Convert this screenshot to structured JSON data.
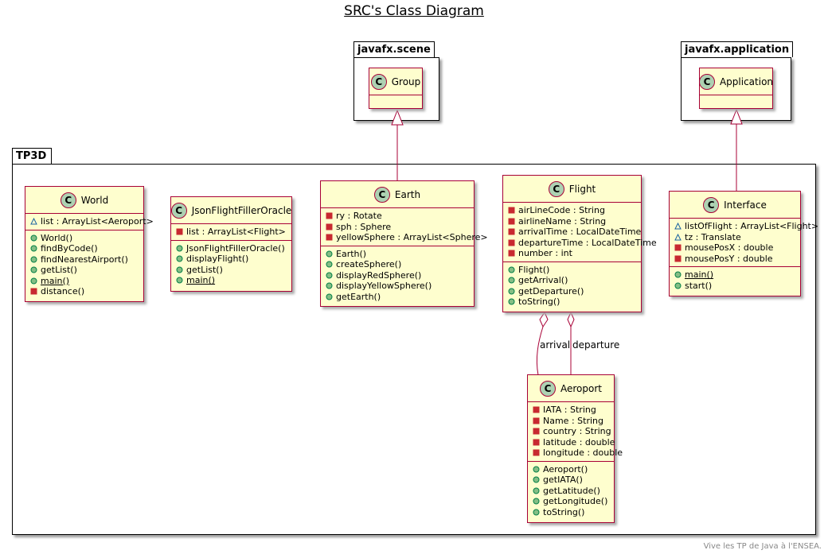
{
  "title": "SRC's Class Diagram",
  "footer": "Vive les TP de Java à l'ENSEA.",
  "packages": {
    "scene": {
      "name": "javafx.scene"
    },
    "application": {
      "name": "javafx.application"
    },
    "tp3d": {
      "name": "TP3D"
    }
  },
  "classes": {
    "group": {
      "name": "Group",
      "stereotype": "C"
    },
    "application": {
      "name": "Application",
      "stereotype": "C"
    },
    "world": {
      "name": "World",
      "stereotype": "C",
      "fields": [
        {
          "vis": "package",
          "text": "list : ArrayList<Aeroport>"
        }
      ],
      "methods": [
        {
          "vis": "public",
          "text": "World()"
        },
        {
          "vis": "public",
          "text": "findByCode()"
        },
        {
          "vis": "public",
          "text": "findNearestAirport()"
        },
        {
          "vis": "public",
          "text": "getList()"
        },
        {
          "vis": "public",
          "text": "main()",
          "static": true
        },
        {
          "vis": "private",
          "text": "distance()"
        }
      ]
    },
    "json": {
      "name": "JsonFlightFillerOracle",
      "stereotype": "C",
      "fields": [
        {
          "vis": "private",
          "text": "list : ArrayList<Flight>"
        }
      ],
      "methods": [
        {
          "vis": "public",
          "text": "JsonFlightFillerOracle()"
        },
        {
          "vis": "public",
          "text": "displayFlight()"
        },
        {
          "vis": "public",
          "text": "getList()"
        },
        {
          "vis": "public",
          "text": "main()",
          "static": true
        }
      ]
    },
    "earth": {
      "name": "Earth",
      "stereotype": "C",
      "fields": [
        {
          "vis": "private",
          "text": "ry : Rotate"
        },
        {
          "vis": "private",
          "text": "sph : Sphere"
        },
        {
          "vis": "private",
          "text": "yellowSphere : ArrayList<Sphere>"
        }
      ],
      "methods": [
        {
          "vis": "public",
          "text": "Earth()"
        },
        {
          "vis": "public",
          "text": "createSphere()"
        },
        {
          "vis": "public",
          "text": "displayRedSphere()"
        },
        {
          "vis": "public",
          "text": "displayYellowSphere()"
        },
        {
          "vis": "public",
          "text": "getEarth()"
        }
      ]
    },
    "flight": {
      "name": "Flight",
      "stereotype": "C",
      "fields": [
        {
          "vis": "private",
          "text": "airLineCode : String"
        },
        {
          "vis": "private",
          "text": "airlineName : String"
        },
        {
          "vis": "private",
          "text": "arrivalTime : LocalDateTime"
        },
        {
          "vis": "private",
          "text": "departureTime : LocalDateTime"
        },
        {
          "vis": "private",
          "text": "number : int"
        }
      ],
      "methods": [
        {
          "vis": "public",
          "text": "Flight()"
        },
        {
          "vis": "public",
          "text": "getArrival()"
        },
        {
          "vis": "public",
          "text": "getDeparture()"
        },
        {
          "vis": "public",
          "text": "toString()"
        }
      ]
    },
    "interface": {
      "name": "Interface",
      "stereotype": "C",
      "fields": [
        {
          "vis": "package",
          "text": "listOfFlight : ArrayList<Flight>"
        },
        {
          "vis": "package",
          "text": "tz : Translate"
        },
        {
          "vis": "private",
          "text": "mousePosX : double"
        },
        {
          "vis": "private",
          "text": "mousePosY : double"
        }
      ],
      "methods": [
        {
          "vis": "public",
          "text": "main()",
          "static": true
        },
        {
          "vis": "public",
          "text": "start()"
        }
      ]
    },
    "aeroport": {
      "name": "Aeroport",
      "stereotype": "C",
      "fields": [
        {
          "vis": "private",
          "text": "IATA : String"
        },
        {
          "vis": "private",
          "text": "Name : String"
        },
        {
          "vis": "private",
          "text": "country : String"
        },
        {
          "vis": "private",
          "text": "latitude : double"
        },
        {
          "vis": "private",
          "text": "longitude : double"
        }
      ],
      "methods": [
        {
          "vis": "public",
          "text": "Aeroport()"
        },
        {
          "vis": "public",
          "text": "getIATA()"
        },
        {
          "vis": "public",
          "text": "getLatitude()"
        },
        {
          "vis": "public",
          "text": "getLongitude()"
        },
        {
          "vis": "public",
          "text": "toString()"
        }
      ]
    }
  },
  "relations": {
    "arrival_label": "arrival",
    "departure_label": "departure"
  },
  "colors": {
    "class_fill": "#fefece",
    "class_border": "#a80036",
    "stereotype_circle": "#add1b2",
    "private": "#c82930",
    "public": "#84be84",
    "package": "#1963a0"
  }
}
